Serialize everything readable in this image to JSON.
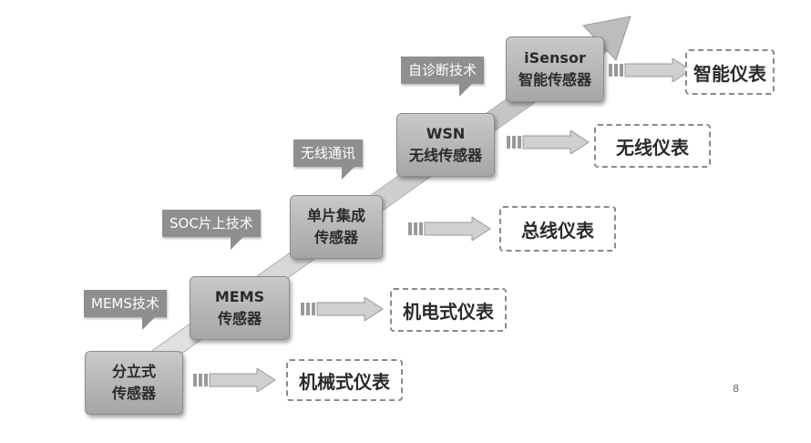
{
  "stages": [
    {
      "line1": "分立式",
      "line2": "传感器",
      "tech": "",
      "instrument": "机械式仪表"
    },
    {
      "line1": "MEMS",
      "line2": "传感器",
      "tech": "MEMS技术",
      "instrument": "机电式仪表"
    },
    {
      "line1": "单片集成",
      "line2": "传感器",
      "tech": "SOC片上技术",
      "instrument": "总线仪表"
    },
    {
      "line1": "WSN",
      "line2": "无线传感器",
      "tech": "无线通讯",
      "instrument": "无线仪表"
    },
    {
      "line1": "iSensor",
      "line2": "智能传感器",
      "tech": "自诊断技术",
      "instrument": "智能仪表"
    }
  ],
  "page_number": "8",
  "colors": {
    "box_fill": "#b5b5b5",
    "callout_fill": "#8f8f8f",
    "arrow_fill": "#c9c9c9",
    "dash_border": "#8a8a8a"
  }
}
